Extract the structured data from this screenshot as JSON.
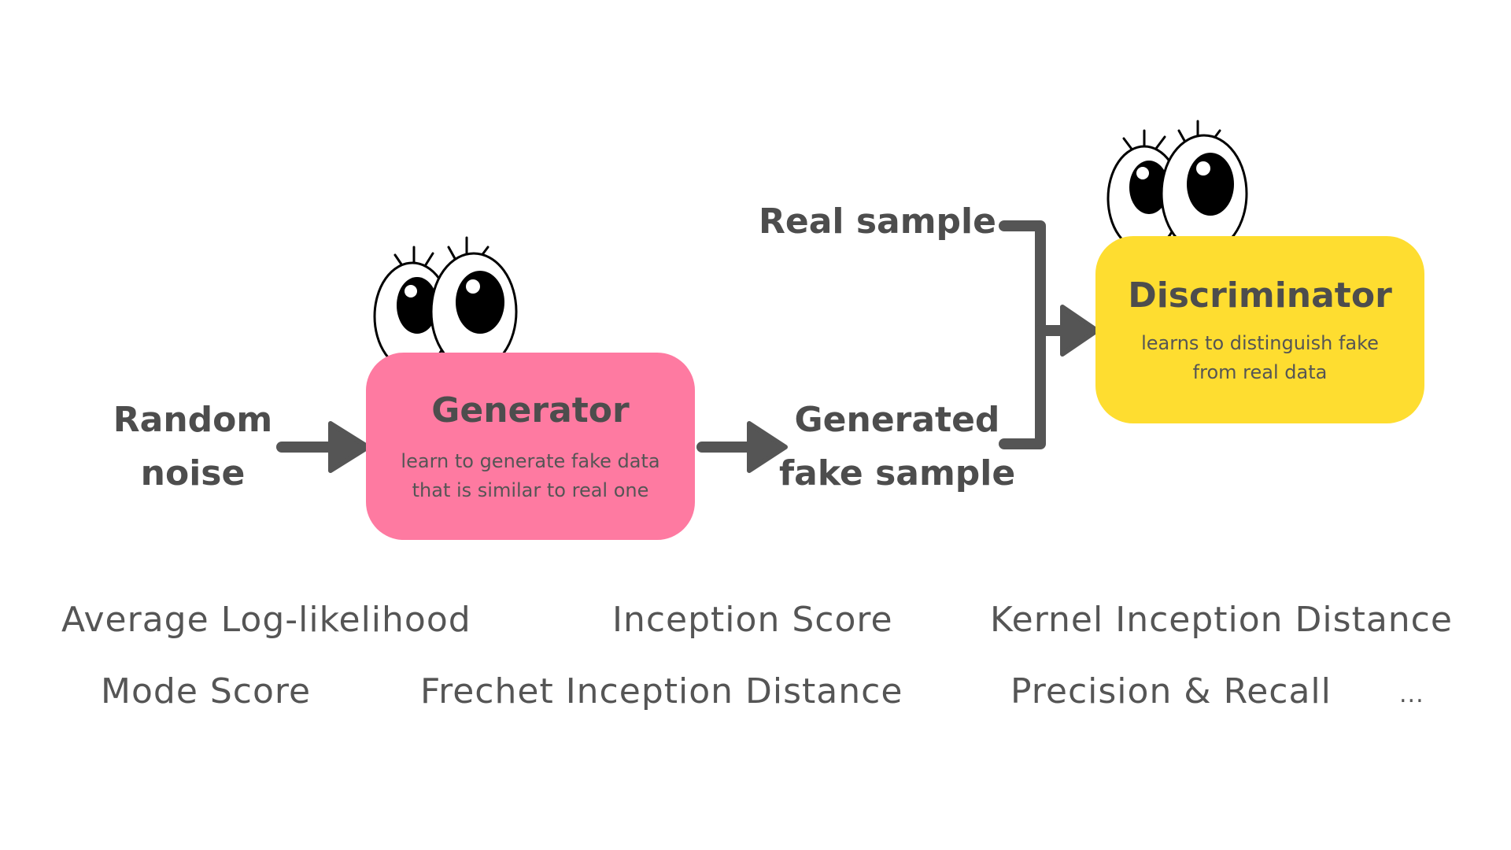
{
  "diagram": {
    "input": {
      "line1": "Random",
      "line2": "noise"
    },
    "generator": {
      "title": "Generator",
      "desc_line1": "learn to generate fake data",
      "desc_line2": "that is similar to real one",
      "color": "#fe7aa1"
    },
    "generated_sample": {
      "line1": "Generated",
      "line2": "fake sample"
    },
    "real_sample": {
      "label": "Real sample"
    },
    "discriminator": {
      "title": "Discriminator",
      "desc_line1": "learns to distinguish fake",
      "desc_line2": "from real data",
      "color": "#fedd30"
    },
    "arrow_color": "#555555",
    "text_color": "#4d4d4d"
  },
  "metrics": {
    "row1": [
      "Average Log-likelihood",
      "Inception Score",
      "Kernel Inception Distance"
    ],
    "row2": [
      "Mode Score",
      "Frechet Inception Distance",
      "Precision & Recall",
      "..."
    ]
  }
}
